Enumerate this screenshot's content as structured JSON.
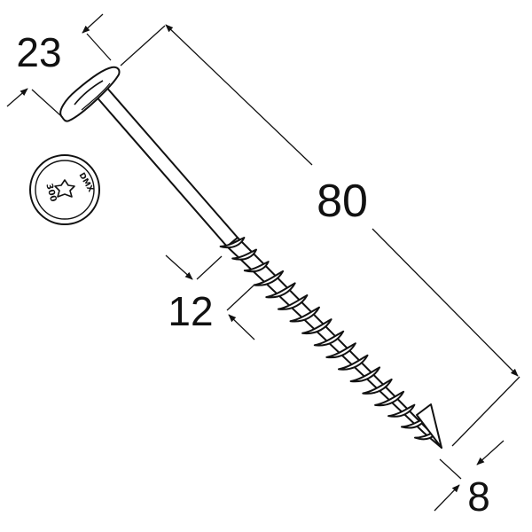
{
  "drawing": {
    "dimensions": {
      "head_diameter": "23",
      "total_length": "80",
      "shank_length": "12",
      "thread_diameter": "8"
    },
    "head_marking": {
      "brand": "DMX",
      "size": "300"
    }
  },
  "colors": {
    "line": "#111111",
    "background": "#ffffff"
  }
}
